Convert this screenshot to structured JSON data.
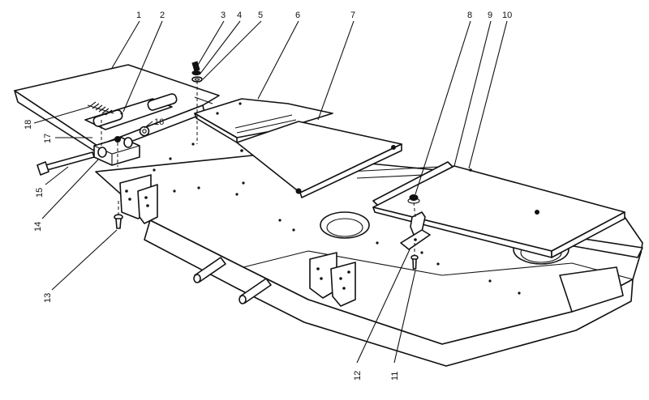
{
  "callouts": {
    "c1": "1",
    "c2": "2",
    "c3": "3",
    "c4": "4",
    "c5": "5",
    "c6": "6",
    "c7": "7",
    "c8": "8",
    "c9": "9",
    "c10": "10",
    "c11": "11",
    "c12": "12",
    "c13": "13",
    "c14": "14",
    "c15": "15",
    "c16": "16",
    "c17": "17",
    "c18": "18"
  },
  "colors": {
    "line": "#111111",
    "background": "#ffffff"
  }
}
